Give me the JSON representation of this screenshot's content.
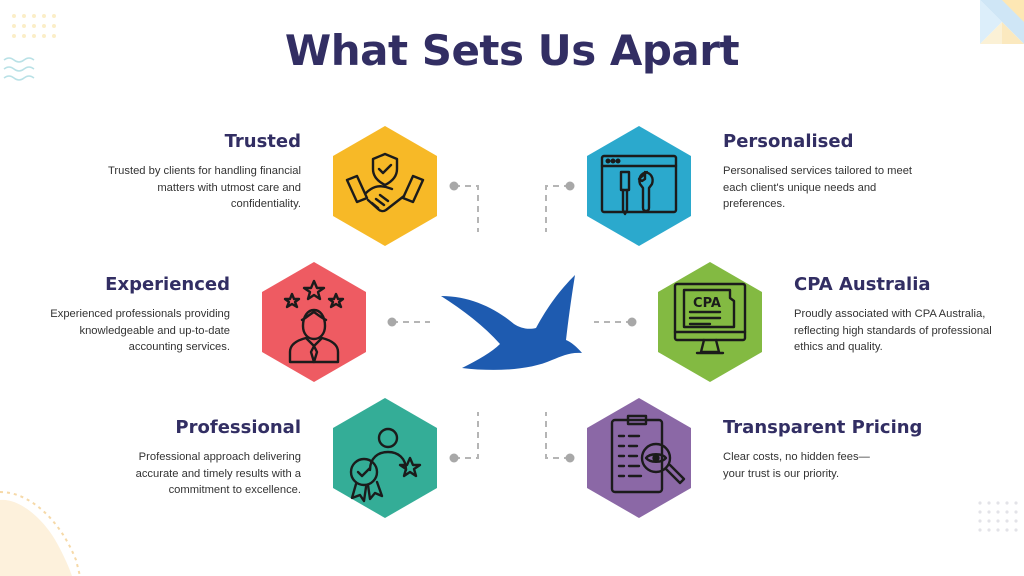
{
  "title": "What Sets Us Apart",
  "colors": {
    "title": "#322e63",
    "trusted": "#f7b927",
    "experienced": "#ee5b62",
    "professional": "#34ad97",
    "personalised": "#2ba9cd",
    "cpa": "#83ba42",
    "transparent": "#8b68a6",
    "bird": "#1e5bb0"
  },
  "features": {
    "trusted": {
      "heading": "Trusted",
      "icon": "handshake-shield-icon",
      "lines": [
        "Trusted by clients for handling financial",
        "matters with utmost care and",
        "confidentiality."
      ]
    },
    "experienced": {
      "heading": "Experienced",
      "icon": "expert-stars-icon",
      "lines": [
        "Experienced professionals providing",
        "knowledgeable and up-to-date",
        "accounting services."
      ]
    },
    "professional": {
      "heading": "Professional",
      "icon": "award-person-icon",
      "lines": [
        "Professional approach delivering",
        "accurate and timely results with a",
        "commitment to excellence."
      ]
    },
    "personalised": {
      "heading": "Personalised",
      "icon": "browser-tools-icon",
      "lines": [
        "Personalised services tailored to meet",
        "each client's unique needs and",
        "preferences."
      ]
    },
    "cpa": {
      "heading": "CPA Australia",
      "icon": "cpa-monitor-icon",
      "icon_text": "CPA",
      "lines": [
        "Proudly associated with CPA Australia,",
        "reflecting high standards of professional",
        "ethics and quality."
      ]
    },
    "transparent": {
      "heading": "Transparent Pricing",
      "icon": "clipboard-magnifier-icon",
      "lines": [
        "Clear costs, no hidden fees—",
        "your trust is our priority."
      ]
    }
  }
}
